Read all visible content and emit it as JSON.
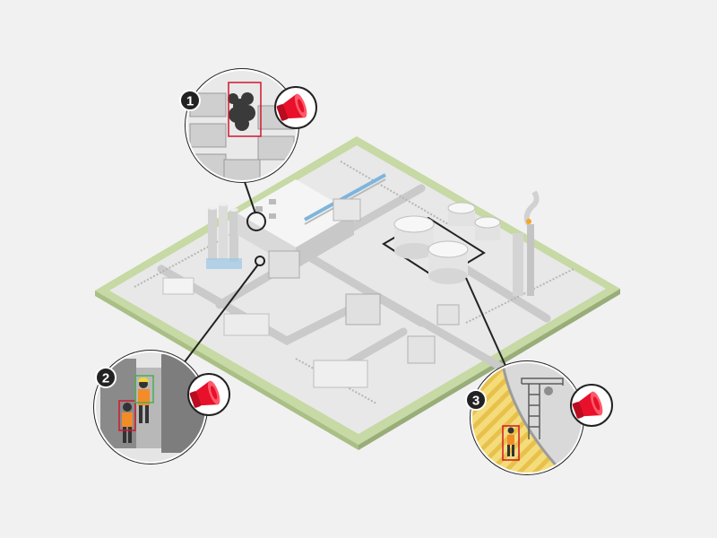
{
  "callouts": [
    {
      "number": "1",
      "scene": "smoke-detection",
      "alarm_icon": "siren-icon"
    },
    {
      "number": "2",
      "scene": "ppe-detection",
      "alarm_icon": "siren-icon"
    },
    {
      "number": "3",
      "scene": "restricted-area-intrusion",
      "alarm_icon": "siren-icon"
    }
  ],
  "colors": {
    "background": "#f1f1f1",
    "perimeter": "#c7d9a4",
    "ground": "#e7e7e7",
    "road": "#c9c9c9",
    "alarm": "#e8102a",
    "detection_red": "#d0182e",
    "detection_green": "#4caf50",
    "hazard_yellow": "#f4dc7a",
    "badge": "#222222"
  }
}
